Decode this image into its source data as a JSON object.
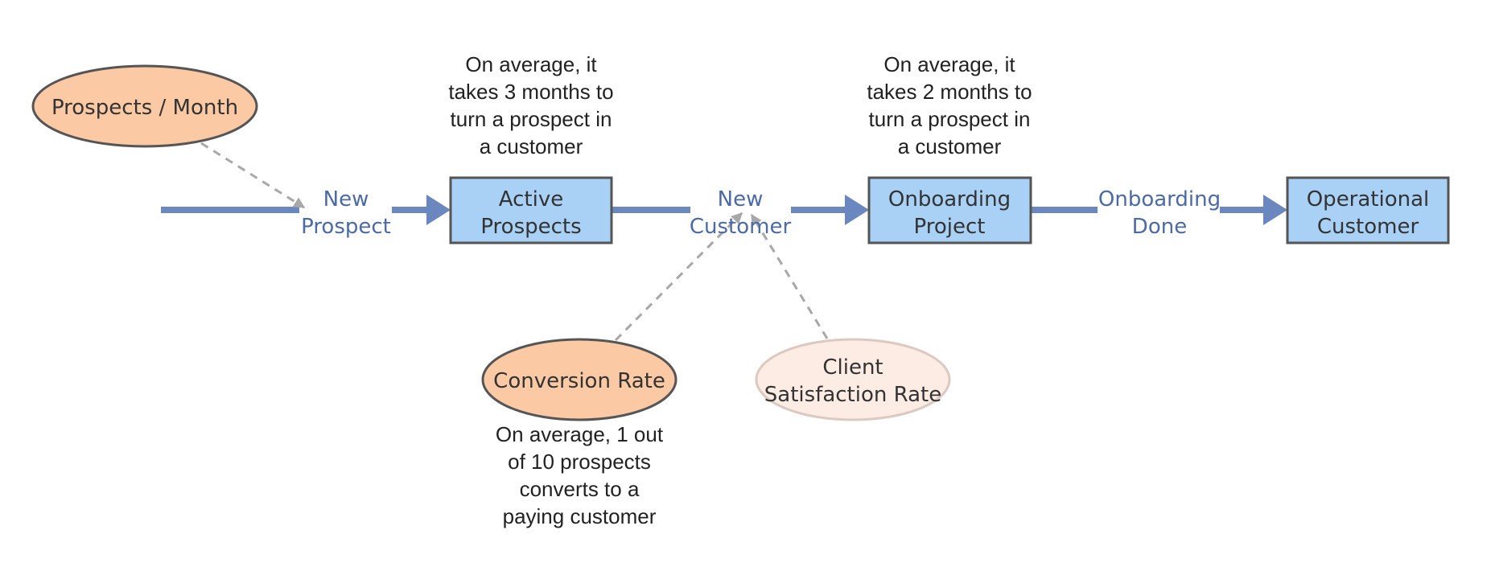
{
  "diagram": {
    "inputs": {
      "prospects_per_month": "Prospects / Month",
      "conversion_rate": "Conversion Rate",
      "client_satisfaction_rate": [
        "Client",
        "Satisfaction Rate"
      ]
    },
    "stocks": {
      "active_prospects": [
        "Active",
        "Prospects"
      ],
      "onboarding_project": [
        "Onboarding",
        "Project"
      ],
      "operational_customer": [
        "Operational",
        "Customer"
      ]
    },
    "flows": {
      "new_prospect": [
        "New",
        "Prospect"
      ],
      "new_customer": [
        "New",
        "Customer"
      ],
      "onboarding_done": [
        "Onboarding",
        "Done"
      ]
    },
    "notes": {
      "active_prospects_note": [
        "On average, it",
        "takes 3 months to",
        "turn a prospect in",
        "a customer"
      ],
      "onboarding_note": [
        "On average, it",
        "takes 2 months to",
        "turn a prospect in",
        "a customer"
      ],
      "conversion_note": [
        "On average, 1 out",
        "of 10 prospects",
        "converts to a",
        "paying customer"
      ]
    },
    "colors": {
      "flow": "#6a87c0",
      "flow_label": "#4b6aa6",
      "stock_fill": "#a8d1f5",
      "stock_border": "#555555",
      "input_fill": "#fbc9a4",
      "input_light_fill": "#fdece4",
      "link": "#a8a8a8"
    }
  }
}
